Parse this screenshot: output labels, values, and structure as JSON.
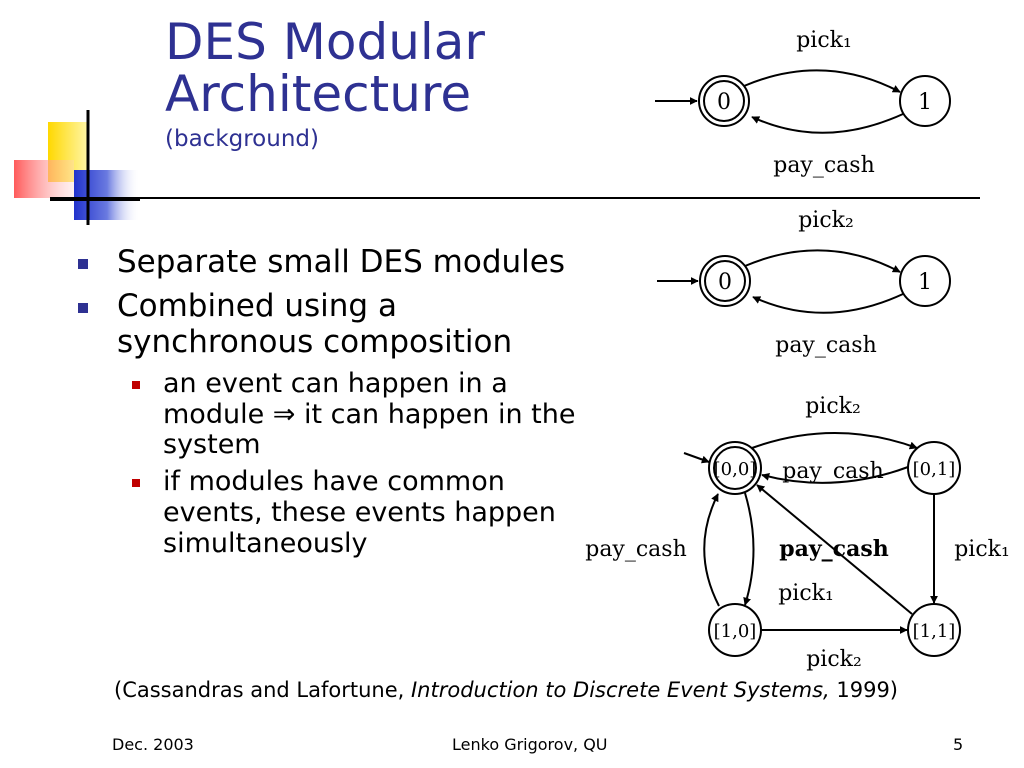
{
  "slide": {
    "title_line1": "DES Modular",
    "title_line2": "Architecture",
    "subtitle": "(background)"
  },
  "bullets": {
    "b1": "Separate small DES modules",
    "b2": "Combined using a synchronous composition",
    "b2_sub1": "an event can happen in a module ⇒ it can happen in the system",
    "b2_sub2": "if modules have common events, these events happen simultaneously"
  },
  "diagram": {
    "module1": {
      "state0": "0",
      "state1": "1",
      "top_event": "pick₁",
      "bottom_event": "pay_cash"
    },
    "module2": {
      "state0": "0",
      "state1": "1",
      "top_event": "pick₂",
      "bottom_event": "pay_cash"
    },
    "composed": {
      "s00": "[0,0]",
      "s01": "[0,1]",
      "s10": "[1,0]",
      "s11": "[1,1]",
      "label_top": "pick₂",
      "label_top_inner": "pay_cash",
      "label_left": "pay_cash",
      "label_center": "pay_cash",
      "label_right": "pick₁",
      "label_diag": "pick₁",
      "label_bottom": "pick₂"
    }
  },
  "citation": {
    "prefix": "(Cassandras and Lafortune, ",
    "title": "Introduction to Discrete Event Systems,",
    "suffix": " 1999)"
  },
  "footer": {
    "date": "Dec. 2003",
    "author": "Lenko Grigorov, QU",
    "page": "5"
  },
  "colors": {
    "title": "#2e3192",
    "bullet_l1": "#2e3192",
    "bullet_l2": "#c00000"
  }
}
